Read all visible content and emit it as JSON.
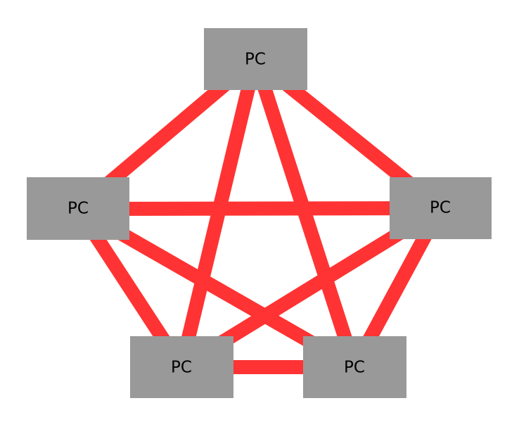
{
  "diagram": {
    "topology": "full-mesh",
    "link_color": "#ff3333",
    "node_color": "#999999",
    "label_color": "#000000",
    "nodes": [
      {
        "id": "top",
        "label": "PC"
      },
      {
        "id": "left",
        "label": "PC"
      },
      {
        "id": "right",
        "label": "PC"
      },
      {
        "id": "bottom-left",
        "label": "PC"
      },
      {
        "id": "bottom-right",
        "label": "PC"
      }
    ],
    "links": [
      {
        "from": "top",
        "to": "left"
      },
      {
        "from": "top",
        "to": "right"
      },
      {
        "from": "top",
        "to": "bottom-left"
      },
      {
        "from": "top",
        "to": "bottom-right"
      },
      {
        "from": "left",
        "to": "right"
      },
      {
        "from": "left",
        "to": "bottom-left"
      },
      {
        "from": "left",
        "to": "bottom-right"
      },
      {
        "from": "right",
        "to": "bottom-left"
      },
      {
        "from": "right",
        "to": "bottom-right"
      },
      {
        "from": "bottom-left",
        "to": "bottom-right"
      }
    ]
  }
}
